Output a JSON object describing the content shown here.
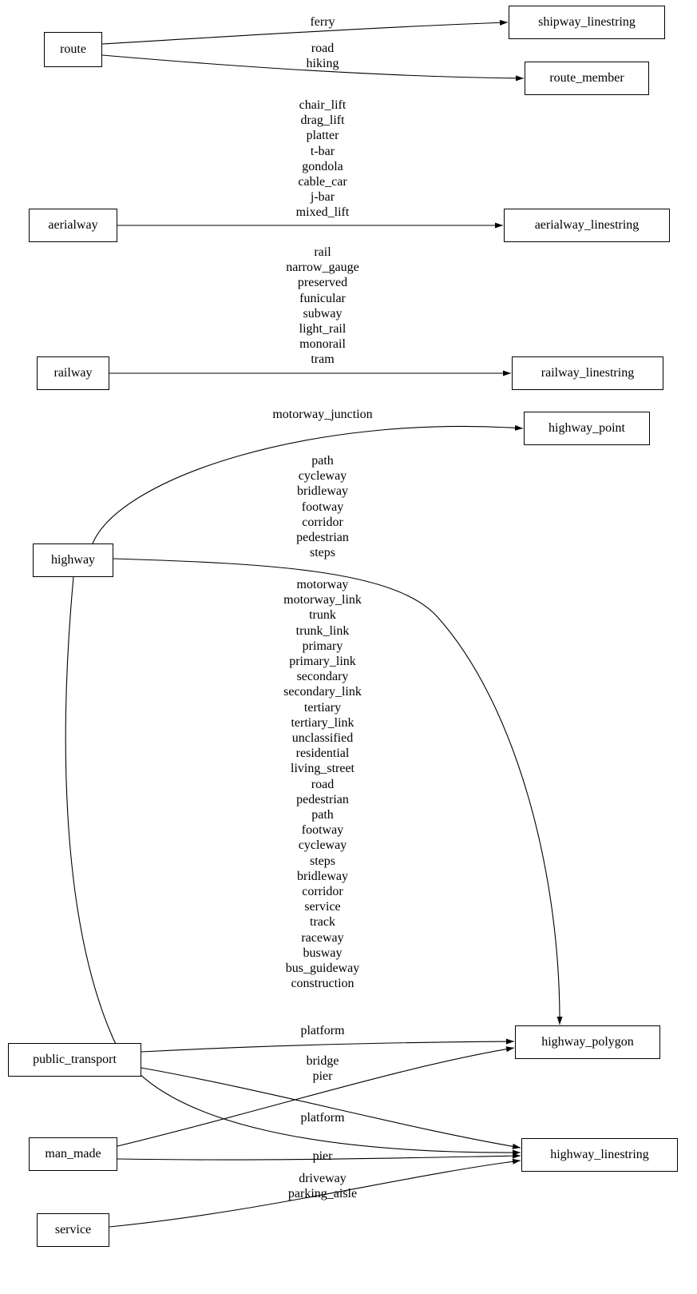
{
  "diagram": {
    "type": "graphviz-style mapping diagram",
    "colors": {
      "background": "#ffffff",
      "node_border": "#000000",
      "edge_stroke": "#000000",
      "text": "#000000"
    },
    "nodes": {
      "route": {
        "label": "route"
      },
      "shipway_linestring": {
        "label": "shipway_linestring"
      },
      "route_member": {
        "label": "route_member"
      },
      "aerialway": {
        "label": "aerialway"
      },
      "aerialway_linestring": {
        "label": "aerialway_linestring"
      },
      "railway": {
        "label": "railway"
      },
      "railway_linestring": {
        "label": "railway_linestring"
      },
      "highway": {
        "label": "highway"
      },
      "highway_point": {
        "label": "highway_point"
      },
      "highway_polygon": {
        "label": "highway_polygon"
      },
      "public_transport": {
        "label": "public_transport"
      },
      "man_made": {
        "label": "man_made"
      },
      "highway_linestring": {
        "label": "highway_linestring"
      },
      "service": {
        "label": "service"
      }
    },
    "edges": {
      "route_to_shipway_linestring": {
        "from": "route",
        "to": "shipway_linestring",
        "labels": [
          "ferry"
        ]
      },
      "route_to_route_member": {
        "from": "route",
        "to": "route_member",
        "labels": [
          "road",
          "hiking"
        ]
      },
      "aerialway_to_aerialway_linestring": {
        "from": "aerialway",
        "to": "aerialway_linestring",
        "labels": [
          "chair_lift",
          "drag_lift",
          "platter",
          "t-bar",
          "gondola",
          "cable_car",
          "j-bar",
          "mixed_lift"
        ]
      },
      "railway_to_railway_linestring": {
        "from": "railway",
        "to": "railway_linestring",
        "labels": [
          "rail",
          "narrow_gauge",
          "preserved",
          "funicular",
          "subway",
          "light_rail",
          "monorail",
          "tram"
        ]
      },
      "highway_to_highway_point": {
        "from": "highway",
        "to": "highway_point",
        "labels": [
          "motorway_junction"
        ]
      },
      "highway_to_highway_polygon": {
        "from": "highway",
        "to": "highway_polygon",
        "labels": [
          "path",
          "cycleway",
          "bridleway",
          "footway",
          "corridor",
          "pedestrian",
          "steps"
        ]
      },
      "highway_to_highway_linestring": {
        "from": "highway",
        "to": "highway_linestring",
        "labels": [
          "motorway",
          "motorway_link",
          "trunk",
          "trunk_link",
          "primary",
          "primary_link",
          "secondary",
          "secondary_link",
          "tertiary",
          "tertiary_link",
          "unclassified",
          "residential",
          "living_street",
          "road",
          "pedestrian",
          "path",
          "footway",
          "cycleway",
          "steps",
          "bridleway",
          "corridor",
          "service",
          "track",
          "raceway",
          "busway",
          "bus_guideway",
          "construction"
        ]
      },
      "public_transport_to_highway_polygon": {
        "from": "public_transport",
        "to": "highway_polygon",
        "labels": [
          "platform"
        ]
      },
      "man_made_to_highway_polygon": {
        "from": "man_made",
        "to": "highway_polygon",
        "labels": [
          "bridge",
          "pier"
        ]
      },
      "public_transport_to_highway_linestring": {
        "from": "public_transport",
        "to": "highway_linestring",
        "labels": [
          "platform"
        ]
      },
      "man_made_to_highway_linestring": {
        "from": "man_made",
        "to": "highway_linestring",
        "labels": [
          "pier"
        ]
      },
      "service_to_highway_linestring": {
        "from": "service",
        "to": "highway_linestring",
        "labels": [
          "driveway",
          "parking_aisle"
        ]
      }
    }
  }
}
